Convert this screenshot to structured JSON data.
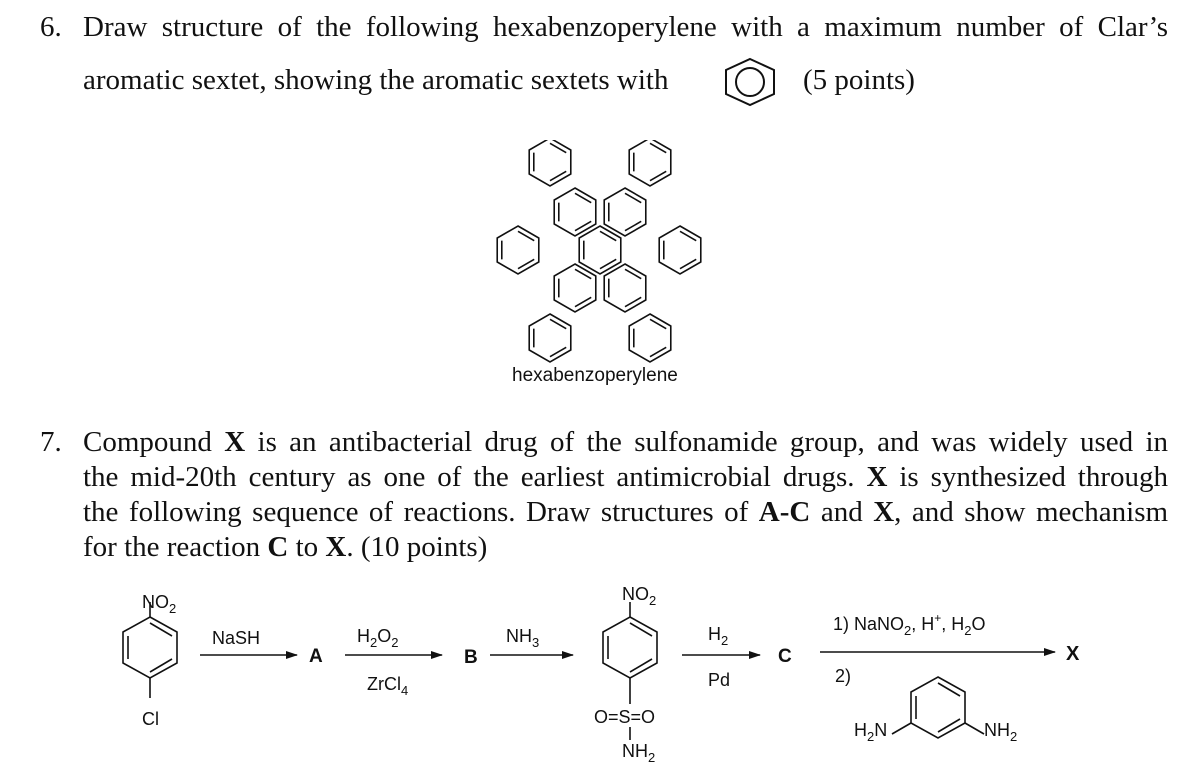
{
  "q6": {
    "number": "6.",
    "line1": "Draw structure of the following hexabenzoperylene with a maximum number of Clar’s",
    "line2_a": "aromatic sextet, showing the aromatic sextets with",
    "line2_b": "(5 points)",
    "molecule_label": "hexabenzoperylene"
  },
  "q7": {
    "number": "7.",
    "line1_a": "Compound",
    "line1_x": "X",
    "line1_b": "is an antibacterial drug of the sulfonamide group, and was widely used in",
    "line2_a": "the mid-20th century as one of the earliest antimicrobial drugs.",
    "line2_x": "X",
    "line2_b": "is synthesized through",
    "line3_a": "the following sequence of reactions. Draw structures of",
    "line3_ac": "A-C",
    "line3_and": "and",
    "line3_x": "X",
    "line3_b": ", and show mechanism",
    "line4_a": "for the reaction",
    "line4_c": "C",
    "line4_to": "to",
    "line4_x": "X",
    "line4_b": ". (10 points)"
  },
  "scheme": {
    "sm_top": "NO2",
    "sm_bottom": "Cl",
    "r1": "NaSH",
    "A": "A",
    "r2_top": "H2O2",
    "r2_bottom": "ZrCl4",
    "B": "B",
    "r3": "NH3",
    "int_top": "NO2",
    "int_sulfonyl": "O=S=O",
    "int_bottom": "NH2",
    "r4_top": "H2",
    "r4_bottom": "Pd",
    "C": "C",
    "r5_step1": "1) NaNO2, H+, H2O",
    "r5_step2": "2)",
    "diamine_left": "H2N",
    "diamine_right": "NH2",
    "X": "X"
  }
}
